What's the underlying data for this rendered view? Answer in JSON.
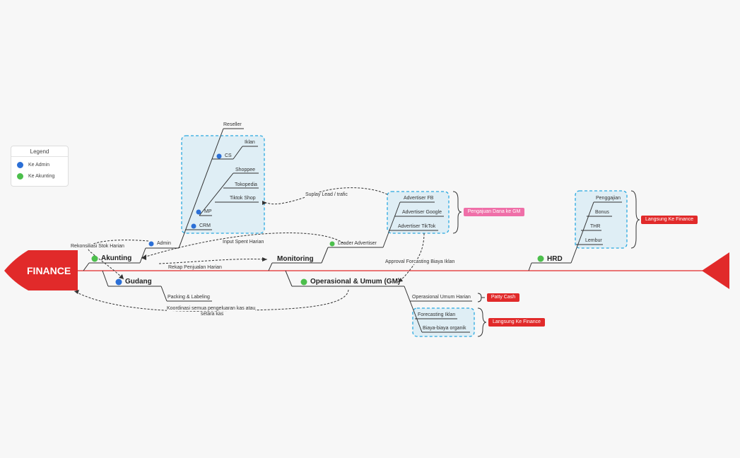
{
  "legend": {
    "title": "Legend",
    "items": [
      {
        "label": "Ke Admin",
        "color": "#2b6fd6"
      },
      {
        "label": "Ke Akunting",
        "color": "#4cbf4c"
      }
    ]
  },
  "head": {
    "label": "FINANCE",
    "color": "#e12a2a"
  },
  "nodes": {
    "akunting": "Akunting",
    "gudang": "Gudang",
    "admin": "Admin",
    "monitoring": "Monitoring",
    "leader_advertiser": "Leader Advertiser",
    "operasional": "Operasional & Umum (GM)",
    "hrd": "HRD"
  },
  "admin_branch": {
    "reseller": "Reseller",
    "cs": "CS",
    "iklan": "Iklan",
    "shoppee": "Shoppee",
    "tokopedia": "Tokopedia",
    "tiktok_shop": "Tiktok Shop",
    "mp": "MP",
    "crm": "CRM"
  },
  "advertiser_branch": {
    "fb": "Advertiser FB",
    "google": "Advertiser Google",
    "tiktok": "Advertiser TikTok"
  },
  "hrd_branch": {
    "penggajian": "Penggajian",
    "bonus": "Bonus",
    "thr": "THR",
    "lembur": "Lembur"
  },
  "gudang_branch": {
    "packing": "Packing & Labeling"
  },
  "operasional_branch": {
    "harian": "Operasional Umum Harian",
    "forecasting": "Forecasting Iklan",
    "organik": "Biaya-biaya organik"
  },
  "relations": {
    "rekonsiliasi": "Rekonsiliasi Stok Harian",
    "suplay": "Suplay Lead / trafic",
    "input_spent": "Input Spent Harian",
    "rekap": "Rekap Penjualan  Harian",
    "approval": "Approval Forcasting Biaya Iklan",
    "koordinasi_1": "Koordinasi semua pengeluaran kas atau",
    "koordinasi_2": "setara kas"
  },
  "tags": {
    "pengajuan": "Pengajuan Dana ke GM",
    "langsung_hrd": "Langsung Ke Finance",
    "patty": "Patty Cash",
    "langsung_ops": "Langsung Ke Finance"
  },
  "colors": {
    "spine": "#e12a2a",
    "admin_dot": "#2b6fd6",
    "akunting_dot": "#4cbf4c",
    "tag_pink": "#ef6fa8",
    "tag_red": "#e12a2a",
    "callout_border": "#2aa9e0"
  }
}
